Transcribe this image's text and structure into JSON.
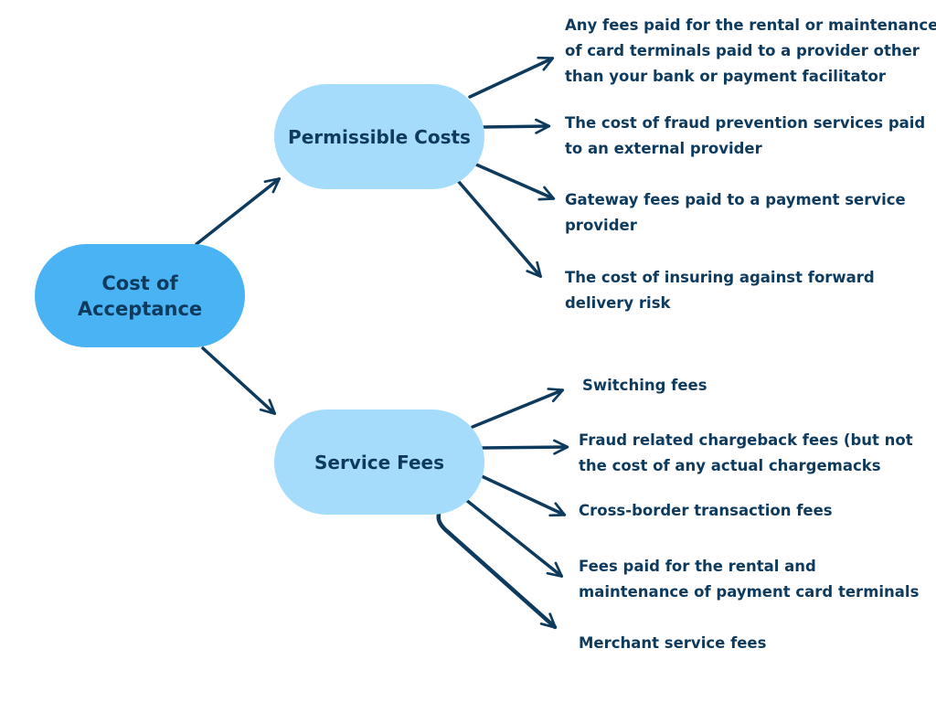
{
  "colors": {
    "root_fill": "#4ab3f4",
    "branch_fill": "#a6dcfb",
    "text": "#0e3a5e",
    "arrow": "#0e3a5e"
  },
  "root": {
    "label_line1": "Cost of",
    "label_line2": "Acceptance"
  },
  "branches": [
    {
      "label": "Permissible Costs",
      "items": [
        {
          "lines": [
            "Any fees paid for the rental or maintenance",
            "of card terminals paid to a provider other",
            "than your bank or payment facilitator"
          ]
        },
        {
          "lines": [
            "The cost of fraud prevention services paid",
            "to an external provider"
          ]
        },
        {
          "lines": [
            "Gateway fees paid to a payment service",
            "provider"
          ]
        },
        {
          "lines": [
            "The cost of insuring against forward",
            "delivery risk"
          ]
        }
      ]
    },
    {
      "label": "Service Fees",
      "items": [
        {
          "lines": [
            "Switching fees"
          ]
        },
        {
          "lines": [
            "Fraud related chargeback fees (but not",
            "the cost of any actual chargemacks"
          ]
        },
        {
          "lines": [
            "Cross-border transaction fees"
          ]
        },
        {
          "lines": [
            "Fees paid for the rental and",
            "maintenance of payment card terminals"
          ]
        },
        {
          "lines": [
            "Merchant service fees"
          ]
        }
      ]
    }
  ]
}
